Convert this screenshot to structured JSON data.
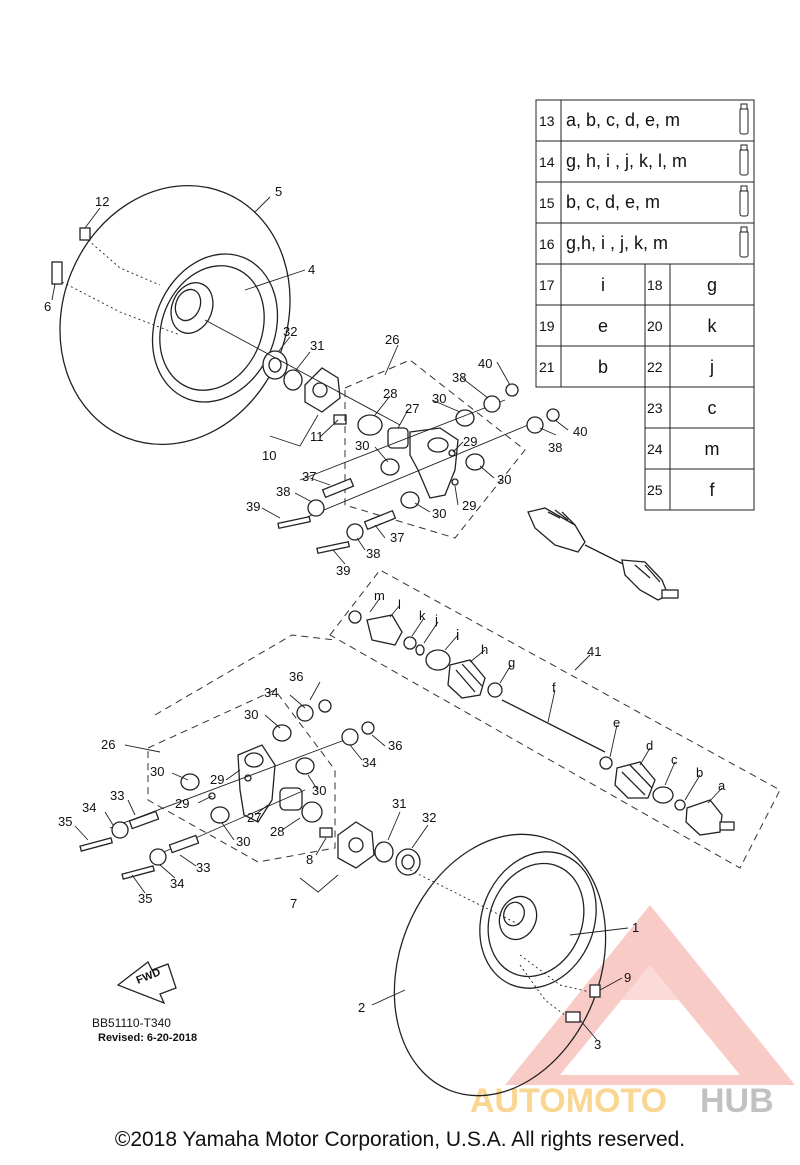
{
  "doc_code": "BB51110-T340",
  "revised": "Revised: 6-20-2018",
  "fwd": "FWD",
  "copyright": "©2018 Yamaha Motor Corporation, U.S.A. All rights reserved.",
  "watermark": {
    "part1": "AUTOMOTO",
    "part2": "HUB"
  },
  "grease_table": [
    {
      "num": "13",
      "letters": "a, b, c, d, e, m"
    },
    {
      "num": "14",
      "letters": "g, h, i , j, k, l, m"
    },
    {
      "num": "15",
      "letters": "b, c, d, e, m"
    },
    {
      "num": "16",
      "letters": "g,h, i , j, k, m"
    }
  ],
  "ref_table": [
    {
      "n1": "17",
      "v1": "i",
      "n2": "18",
      "v2": "g"
    },
    {
      "n1": "19",
      "v1": "e",
      "n2": "20",
      "v2": "k"
    },
    {
      "n1": "21",
      "v1": "b",
      "n2": "22",
      "v2": "j"
    },
    {
      "n2": "23",
      "v2": "c"
    },
    {
      "n2": "24",
      "v2": "m"
    },
    {
      "n2": "25",
      "v2": "f"
    }
  ],
  "callouts": {
    "c1": "1",
    "c2": "2",
    "c3": "3",
    "c4": "4",
    "c5": "5",
    "c6": "6",
    "c7": "7",
    "c8": "8",
    "c9": "9",
    "c10": "10",
    "c11": "11",
    "c12": "12",
    "c26a": "26",
    "c26b": "26",
    "c27a": "27",
    "c27b": "27",
    "c28a": "28",
    "c28b": "28",
    "c29a": "29",
    "c29b": "29",
    "c29c": "29",
    "c29d": "29",
    "c30a": "30",
    "c30b": "30",
    "c30c": "30",
    "c30d": "30",
    "c30e": "30",
    "c30f": "30",
    "c30g": "30",
    "c30h": "30",
    "c31a": "31",
    "c31b": "31",
    "c32a": "32",
    "c32b": "32",
    "c33a": "33",
    "c33b": "33",
    "c34a": "34",
    "c34b": "34",
    "c34c": "34",
    "c34d": "34",
    "c35a": "35",
    "c35b": "35",
    "c36a": "36",
    "c36b": "36",
    "c37a": "37",
    "c37b": "37",
    "c38a": "38",
    "c38b": "38",
    "c38c": "38",
    "c38d": "38",
    "c39a": "39",
    "c39b": "39",
    "c40a": "40",
    "c40b": "40",
    "c41": "41",
    "la": "a",
    "lb": "b",
    "lc": "c",
    "ld": "d",
    "le": "e",
    "lf": "f",
    "lg": "g",
    "lh": "h",
    "li": "i",
    "lj": "j",
    "lk": "k",
    "ll": "l",
    "lm": "m"
  }
}
